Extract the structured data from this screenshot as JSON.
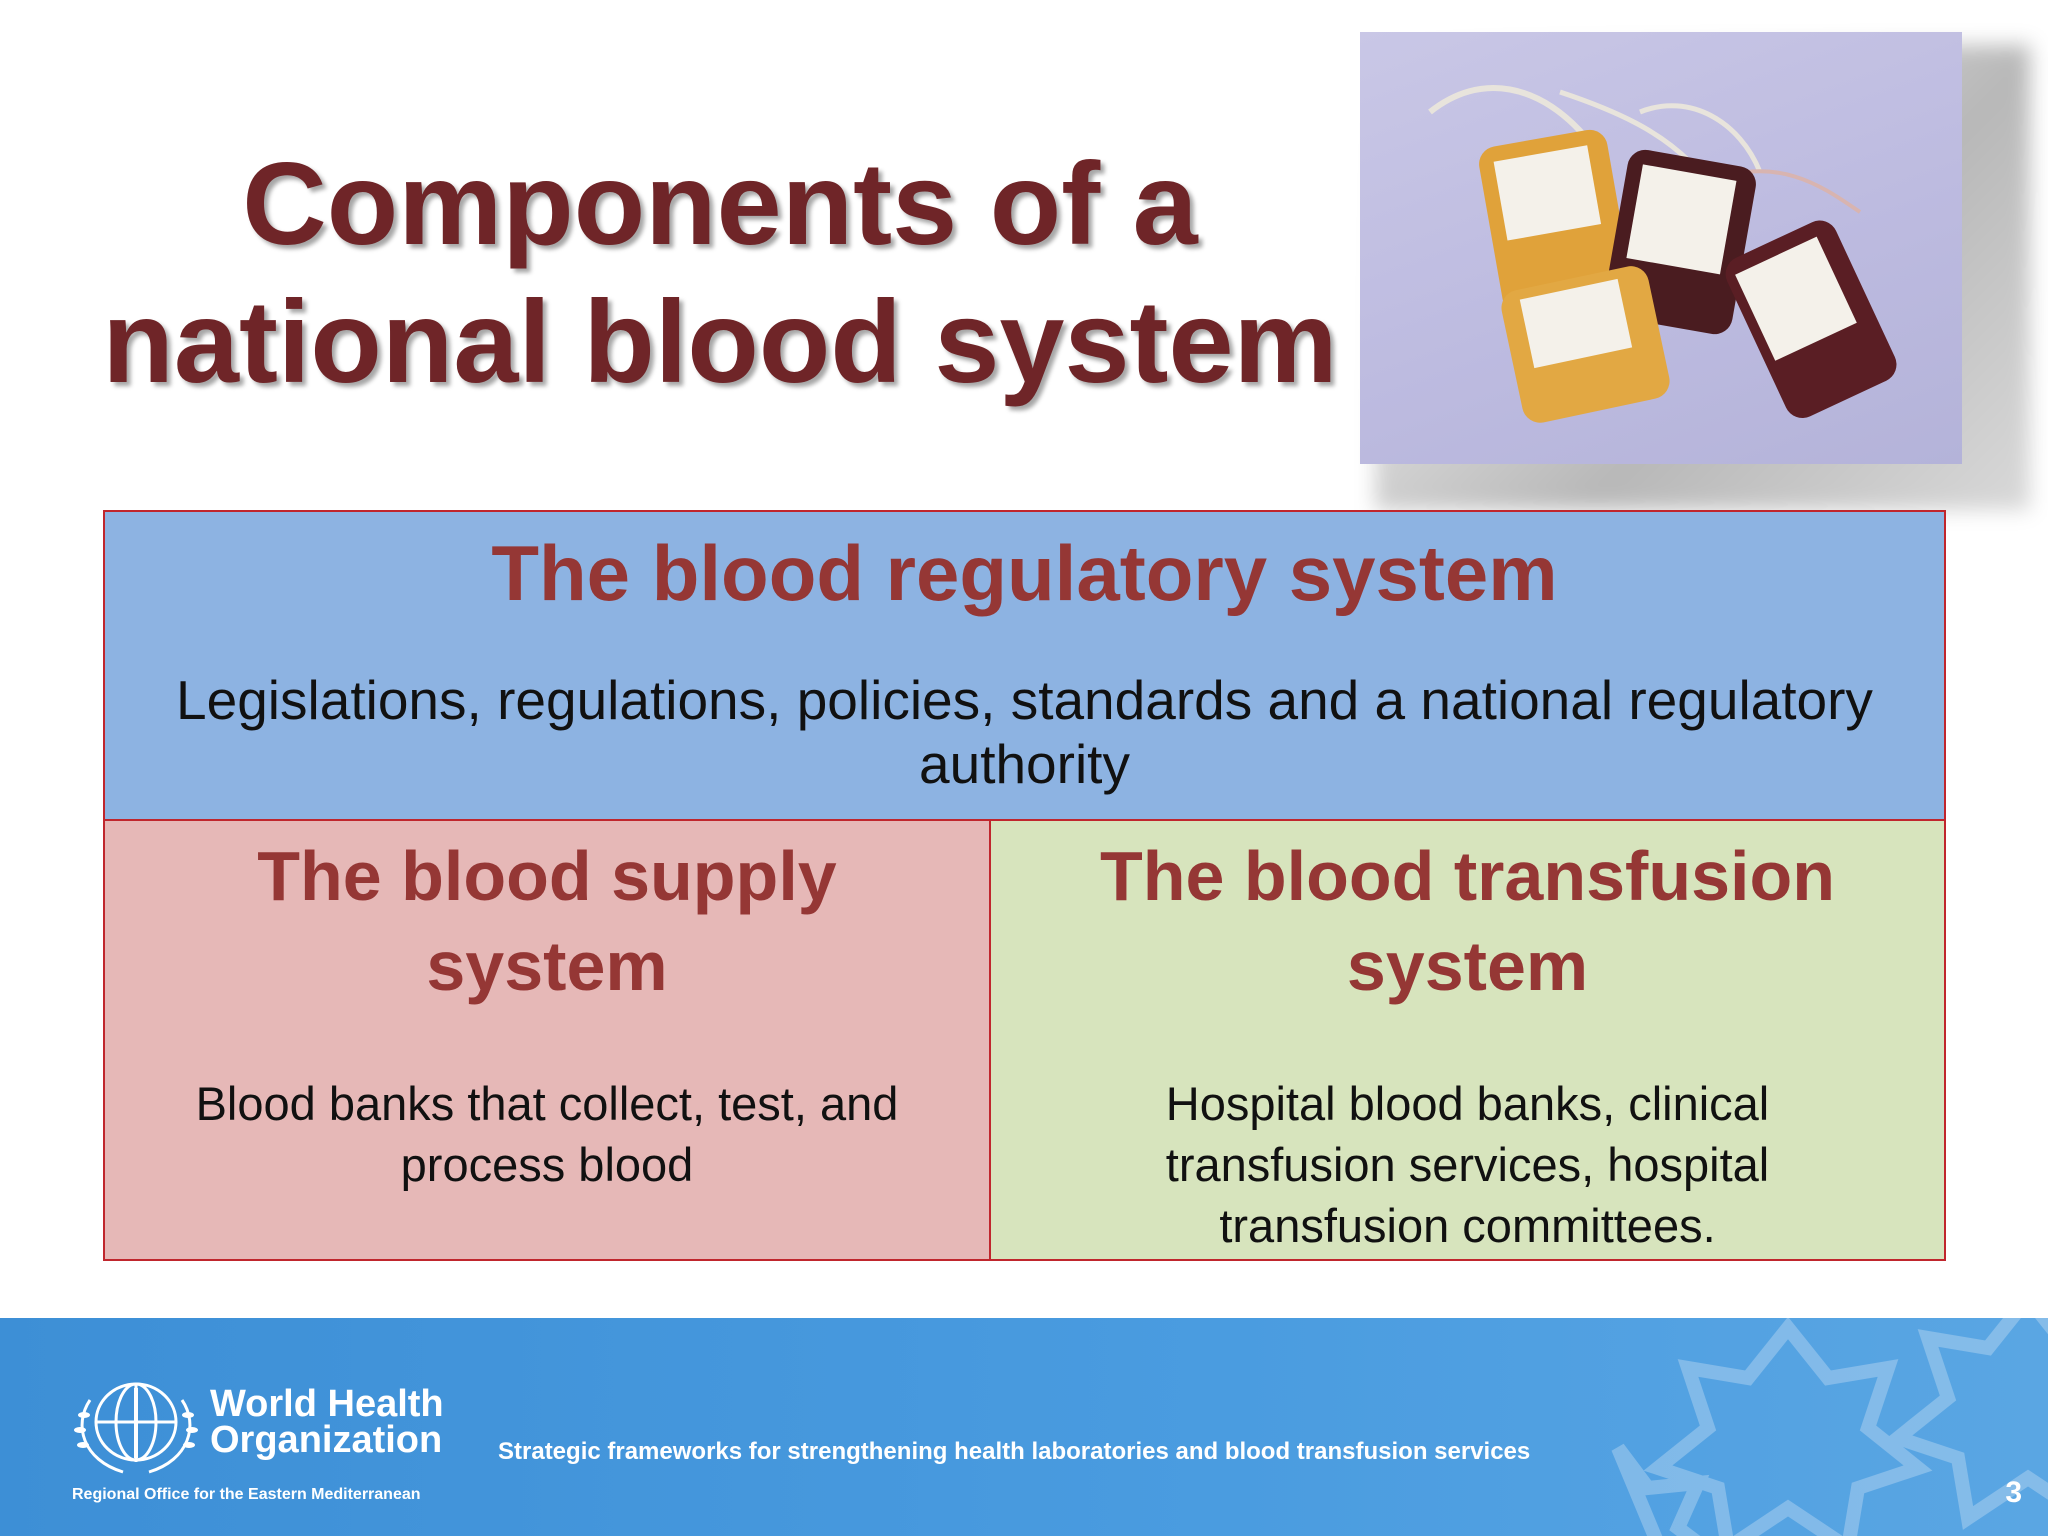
{
  "slide": {
    "title_line1": "Components of a",
    "title_line2": "national blood system"
  },
  "regulatory": {
    "heading": "The blood regulatory system",
    "description": "Legislations, regulations, policies, standards and a national regulatory authority"
  },
  "supply": {
    "heading": "The blood supply system",
    "description": "Blood banks that collect, test, and process blood"
  },
  "transfusion": {
    "heading": "The blood transfusion system",
    "description": "Hospital blood banks, clinical transfusion services, hospital transfusion committees."
  },
  "footer": {
    "org_line1": "World Health",
    "org_line2": "Organization",
    "office": "Regional Office for the Eastern Mediterranean",
    "presentation_title": "Strategic frameworks for strengthening health laboratories and blood transfusion services",
    "page_number": "3"
  },
  "colors": {
    "title": "#6f2528",
    "heading": "#953735",
    "regulatory_bg": "#8db3e2",
    "supply_bg": "#e6b8b7",
    "transfusion_bg": "#d7e4bd",
    "border": "#c0262d",
    "footer_bg": "#4a9ce0"
  }
}
